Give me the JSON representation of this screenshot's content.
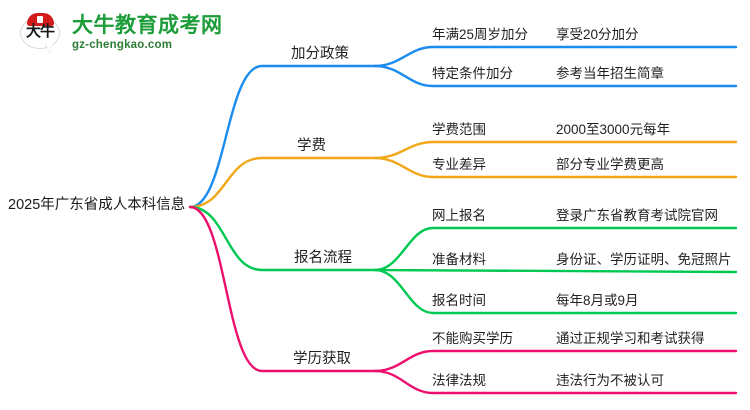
{
  "logo": {
    "mark_text": "大牛",
    "title": "大牛教育成考网",
    "url": "gz-chengkao.com",
    "brand_green": "#1d9c3a",
    "brand_red": "#d21b1b"
  },
  "mindmap": {
    "root": {
      "label": "2025年广东省成人本科信息"
    },
    "branches": [
      {
        "label": "加分政策",
        "color": "#1a8cf0",
        "children": [
          {
            "label": "年满25周岁加分",
            "detail": "享受20分加分"
          },
          {
            "label": "特定条件加分",
            "detail": "参考当年招生简章"
          }
        ]
      },
      {
        "label": "学费",
        "color": "#f0a818",
        "children": [
          {
            "label": "学费范围",
            "detail": "2000至3000元每年"
          },
          {
            "label": "专业差异",
            "detail": "部分专业学费更高"
          }
        ]
      },
      {
        "label": "报名流程",
        "color": "#00c853",
        "children": [
          {
            "label": "网上报名",
            "detail": "登录广东省教育考试院官网"
          },
          {
            "label": "准备材料",
            "detail": "身份证、学历证明、免冠照片"
          },
          {
            "label": "报名时间",
            "detail": "每年8月或9月"
          }
        ]
      },
      {
        "label": "学历获取",
        "color": "#ec0f6e",
        "children": [
          {
            "label": "不能购买学历",
            "detail": "通过正规学习和考试获得"
          },
          {
            "label": "法律法规",
            "detail": "违法行为不被认可"
          }
        ]
      }
    ]
  }
}
